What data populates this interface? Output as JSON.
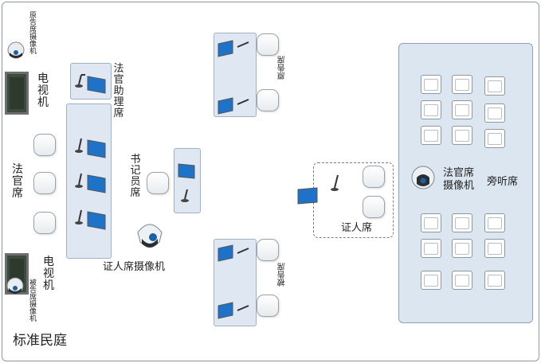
{
  "title": "标准民庭",
  "labels": {
    "tv_top": "电视机",
    "tv_bottom": "电视机",
    "judge_assistant": "法官助理席",
    "judge_seat": "法官席",
    "clerk": "书记员席",
    "witness_camera": "证人席摄像机",
    "witness": "证人席",
    "judge_camera": "法官席\n摄像机",
    "gallery": "旁听席",
    "defendant": "被告席",
    "plaintiff": "原告席",
    "plaintiff_camera": "原告席摄像机",
    "defendant_camera": "被告席摄像机"
  }
}
